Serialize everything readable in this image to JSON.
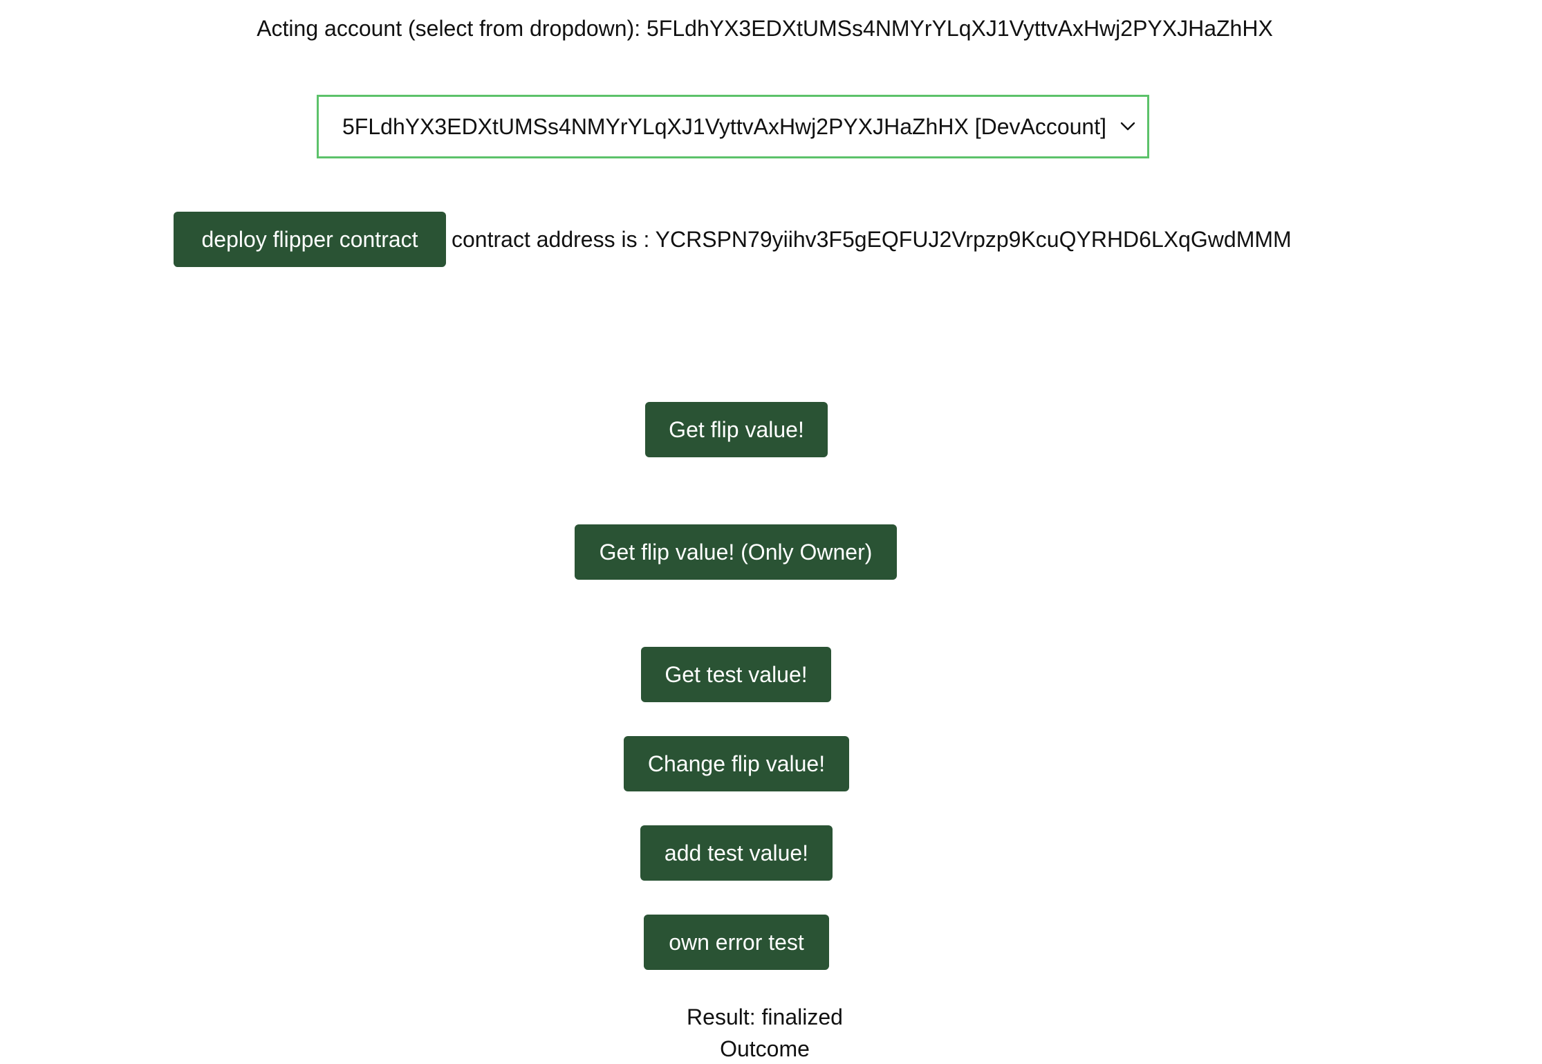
{
  "acting_account": {
    "label": "Acting account (select from dropdown): ",
    "address": "5FLdhYX3EDXtUMSs4NMYrYLqXJ1VyttvAxHwj2PYXJHaZhHX"
  },
  "account_select": {
    "selected_value": "5FLdhYX3EDXtUMSs4NMYrYLqXJ1VyttvAxHwj2PYXJHaZhHX [DevAccount]",
    "border_color": "#5cc26a"
  },
  "deploy": {
    "button_label": "deploy flipper contract",
    "contract_label": "contract address is : ",
    "contract_address": "YCRSPN79yiihv3F5gEQFUJ2Vrpzp9KcuQYRHD6LXqGwdMMM"
  },
  "buttons": {
    "get_flip": "Get flip value!",
    "get_flip_owner": "Get flip value! (Only Owner)",
    "get_test": "Get test value!",
    "change_flip": "Change flip value!",
    "add_test": "add test value!",
    "own_error": "own error test"
  },
  "result": {
    "text": "Result: finalized",
    "outcome_label": "Outcome"
  },
  "colors": {
    "button_bg": "#2a5334",
    "button_text": "#ffffff",
    "select_border": "#5cc26a"
  },
  "icons": {
    "select_chevron": "chevron-down-icon"
  }
}
